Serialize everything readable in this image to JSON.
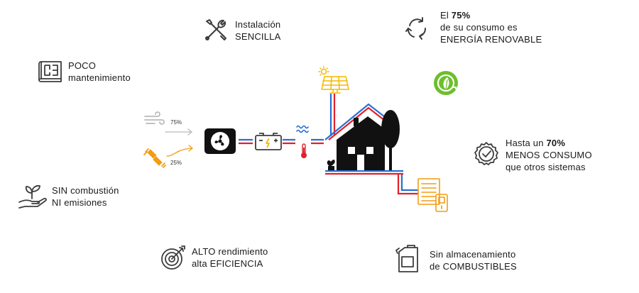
{
  "features": {
    "instalacion": {
      "line1": "Instalación",
      "line2": "SENCILLA"
    },
    "renovable": {
      "pre": "El ",
      "bold": "75%",
      "line2": "de su consumo es",
      "line3": "ENERGÍA RENOVABLE"
    },
    "mantenimiento": {
      "line1": "POCO",
      "line2": "mantenimiento"
    },
    "consumo": {
      "pre": "Hasta un ",
      "bold": "70%",
      "line2": "MENOS CONSUMO",
      "line3": "que otros sistemas"
    },
    "combustion": {
      "line1": "SIN combustión",
      "line2": "NI emisiones"
    },
    "rendimiento": {
      "line1": "ALTO rendimiento",
      "line2": "alta EFICIENCIA"
    },
    "almacenamiento": {
      "line1": "Sin almacenamiento",
      "line2": "de COMBUSTIBLES"
    }
  },
  "inputs": {
    "air_pct": "75%",
    "electric_pct": "25%"
  },
  "colors": {
    "text": "#1a1a1a",
    "icon": "#3c3c3c",
    "accent_orange": "#f39c12",
    "pipe_red": "#e3202a",
    "pipe_blue": "#2a6fd1",
    "sun_yellow": "#f5b800",
    "green": "#6cbf2c",
    "grey_light": "#b9b9b9"
  },
  "icons": [
    "wrench-screwdriver-icon",
    "recycle-arrows-icon",
    "blueprint-icon",
    "eco-plug-icon",
    "checkmark-badge-icon",
    "hand-sprout-icon",
    "target-icon",
    "fuel-canister-icon",
    "wind-icon",
    "plug-icon",
    "heat-pump-icon",
    "battery-icon",
    "thermometer-icon",
    "solar-panel-icon",
    "house-icon",
    "radiator-icon"
  ]
}
